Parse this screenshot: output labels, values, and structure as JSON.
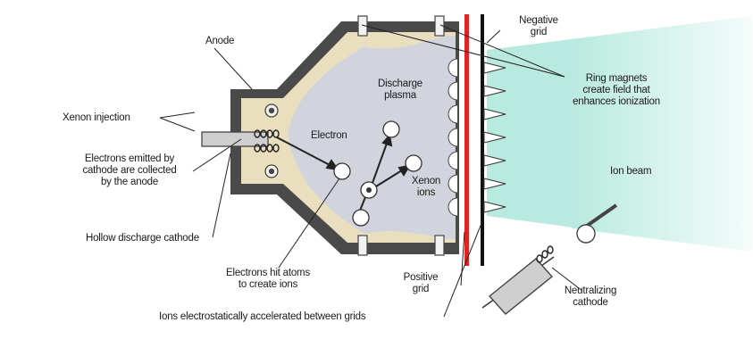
{
  "diagram": {
    "colors": {
      "housing": "#4a4a4a",
      "liner": "#e9dfbf",
      "plasma": "#d2d4dd",
      "positive_grid": "#e02424",
      "negative_grid": "#111111",
      "beam": "#b9eadf",
      "magnet": "#f2f2f2"
    },
    "labels": {
      "negative_grid": [
        "Negative",
        "grid"
      ],
      "anode": "Anode",
      "discharge_plasma": [
        "Discharge",
        "plasma"
      ],
      "ring_magnets": [
        "Ring magnets",
        "create field that",
        "enhances ionization"
      ],
      "xenon_injection": "Xenon injection",
      "electron": "Electron",
      "electrons_emitted": [
        "Electrons emitted by",
        "cathode are collected",
        "by the anode"
      ],
      "ion_beam": "Ion beam",
      "xenon_ions": [
        "Xenon",
        "ions"
      ],
      "hollow_cathode": "Hollow discharge cathode",
      "electrons_hit": [
        "Electrons hit atoms",
        "to create ions"
      ],
      "positive_grid": [
        "Positive",
        "grid"
      ],
      "neutralizing": [
        "Neutralizing",
        "cathode"
      ],
      "ions_accelerated": "Ions electrostatically accelerated between grids"
    }
  }
}
